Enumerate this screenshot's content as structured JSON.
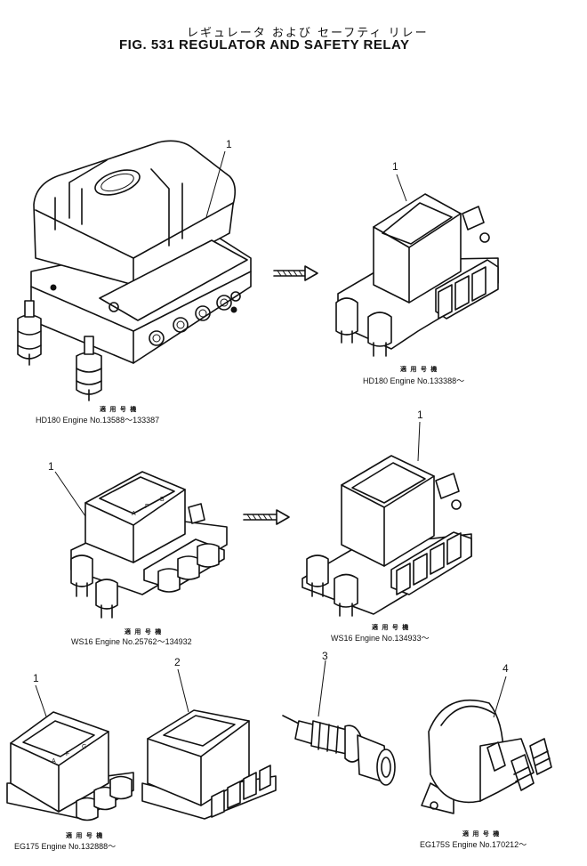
{
  "title": {
    "japanese": "レギュレータ および セーフティ リレー",
    "english": "FIG. 531  REGULATOR AND SAFETY RELAY"
  },
  "callouts": [
    "1",
    "1",
    "1",
    "1",
    "1",
    "2",
    "3",
    "4"
  ],
  "captions": [
    {
      "applicable": "適 用 号 機",
      "engine": "HD180  Engine  No.13588～133387"
    },
    {
      "applicable": "適 用 号 機",
      "engine": "HD180  Engine No.133388～"
    },
    {
      "applicable": "適 用 号 機",
      "engine": "WS16  Engine  No.25762～134932"
    },
    {
      "applicable": "適 用 号 機",
      "engine": "WS16  Engine No.134933～"
    },
    {
      "applicable": "適 用 号 機",
      "engine": "EG175  Engine  No.132888～"
    },
    {
      "applicable": "適 用 号 機",
      "engine": "EG175S  Engine No.170212～"
    }
  ],
  "terminal_marks": {
    "ws16_old": [
      "A",
      "F",
      "B"
    ],
    "eg175": [
      "A",
      "F",
      "G"
    ]
  }
}
